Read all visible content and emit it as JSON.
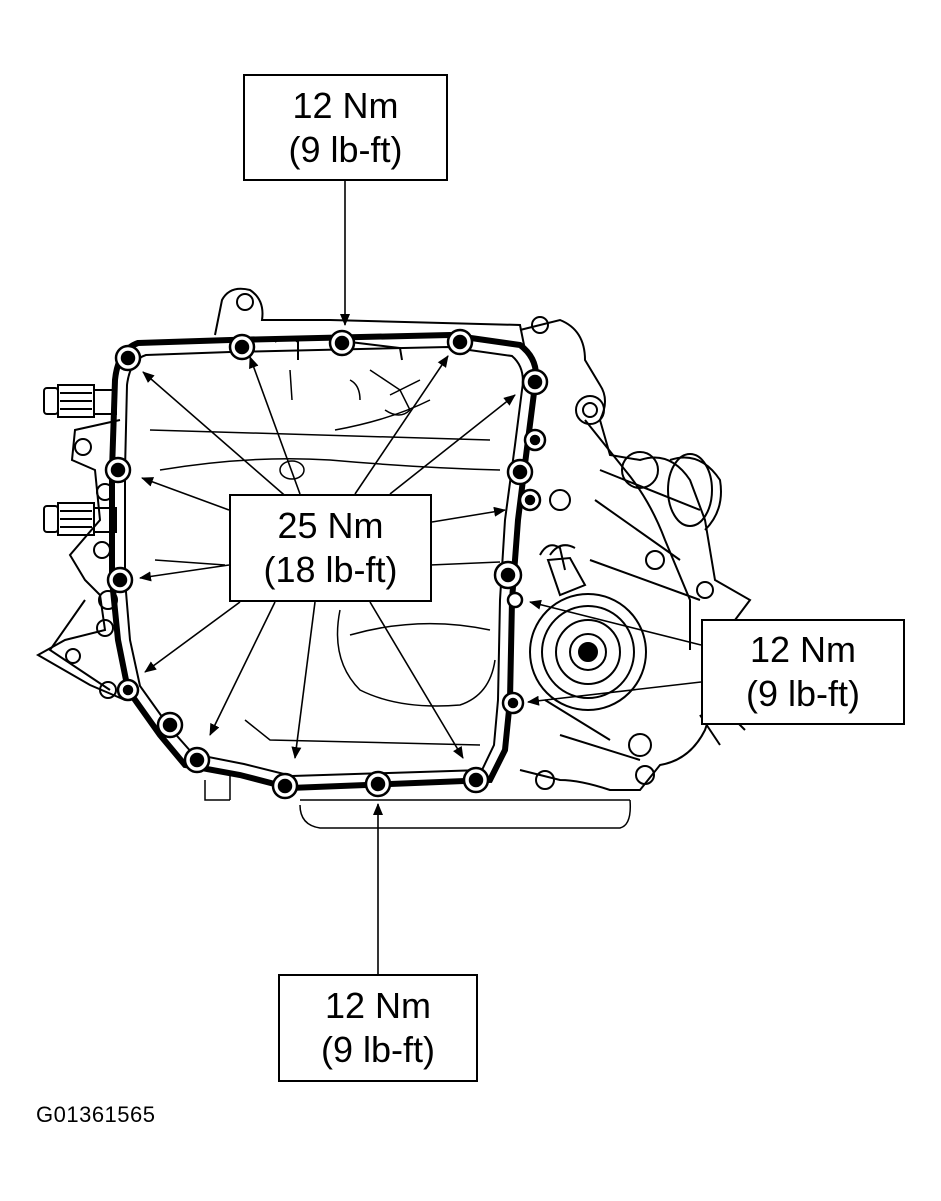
{
  "callouts": {
    "top": {
      "nm": "12 Nm",
      "lbft": "(9 lb-ft)"
    },
    "center": {
      "nm": "25 Nm",
      "lbft": "(18 lb-ft)"
    },
    "right": {
      "nm": "12 Nm",
      "lbft": "(9 lb-ft)"
    },
    "bottom": {
      "nm": "12 Nm",
      "lbft": "(9 lb-ft)"
    }
  },
  "figure_code": "G01361565"
}
